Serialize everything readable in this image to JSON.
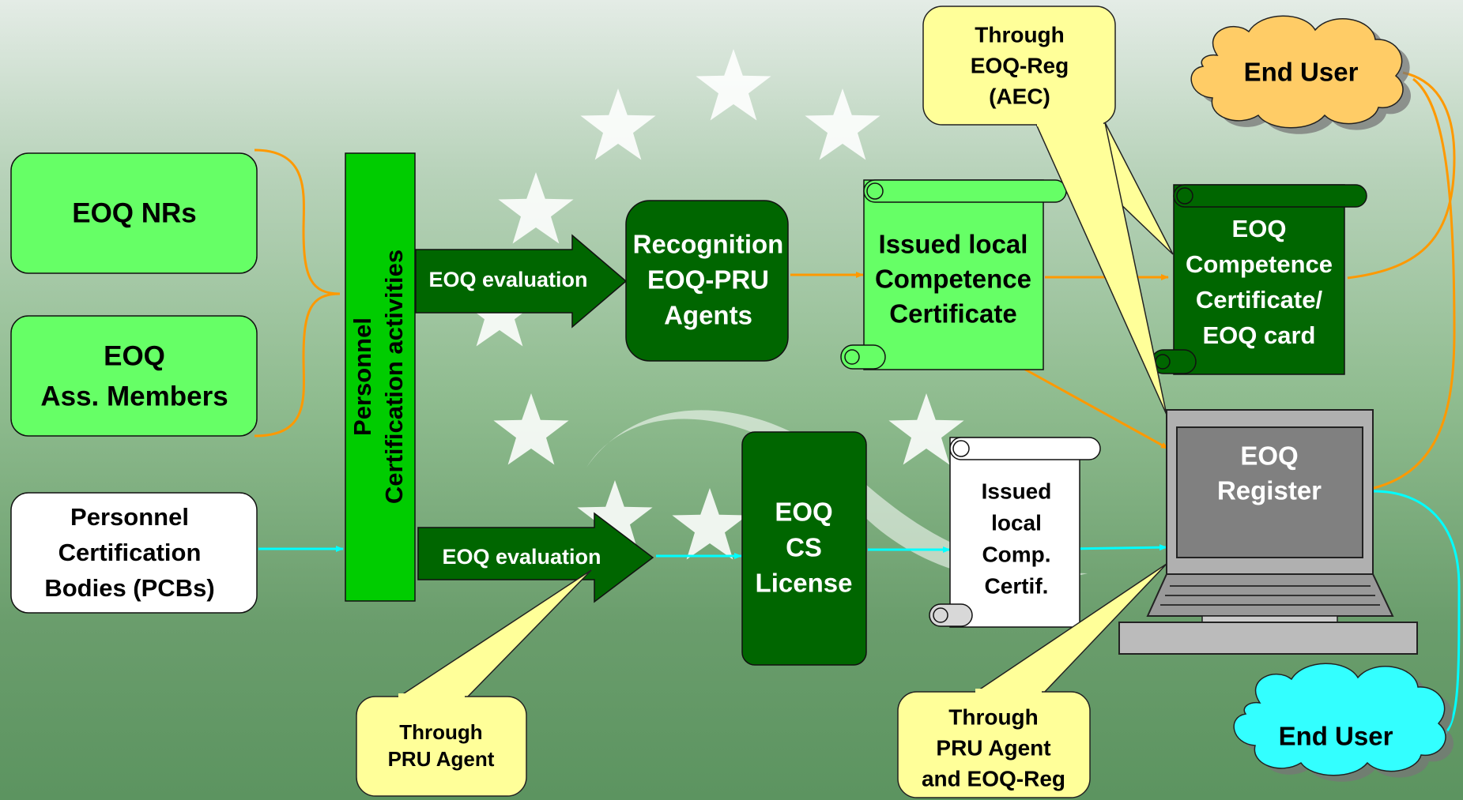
{
  "boxes": {
    "eoq_nrs": "EOQ NRs",
    "eoq_ass_1": "EOQ",
    "eoq_ass_2": "Ass. Members",
    "pcb_1": "Personnel",
    "pcb_2": "Certification",
    "pcb_3": "Bodies (PCBs)",
    "activities_1": "Personnel",
    "activities_2": "Certification activities",
    "recognition_1": "Recognition",
    "recognition_2": "EOQ-PRU",
    "recognition_3": "Agents",
    "cs_license_1": "EOQ",
    "cs_license_2": "CS",
    "cs_license_3": "License"
  },
  "arrows": {
    "eval_top": "EOQ evaluation",
    "eval_bottom": "EOQ evaluation"
  },
  "scrolls": {
    "issued_local_1": "Issued local",
    "issued_local_2": "Competence",
    "issued_local_3": "Certificate",
    "eoq_cert_1": "EOQ",
    "eoq_cert_2": "Competence",
    "eoq_cert_3": "Certificate/",
    "eoq_cert_4": "EOQ card",
    "comp_cert_1": "Issued",
    "comp_cert_2": "local",
    "comp_cert_3": "Comp.",
    "comp_cert_4": "Certif."
  },
  "register": {
    "line1": "EOQ",
    "line2": "Register"
  },
  "callouts": {
    "aec_1": "Through",
    "aec_2": "EOQ-Reg",
    "aec_3": "(AEC)",
    "pru_agent_1": "Through",
    "pru_agent_2": "PRU Agent",
    "pru_reg_1": "Through",
    "pru_reg_2": "PRU Agent",
    "pru_reg_3": "and EOQ-Reg"
  },
  "clouds": {
    "end_user_top": "End User",
    "end_user_bottom": "End User"
  },
  "colors": {
    "light_green": "#66ff66",
    "dark_green": "#006600",
    "bright_green": "#00cc00",
    "callout_yellow": "#ffff99",
    "cloud_orange": "#ffcc66",
    "cloud_cyan": "#33ffff",
    "orange_line": "#ff9900",
    "cyan_line": "#00ffff",
    "laptop_gray": "#808080"
  }
}
